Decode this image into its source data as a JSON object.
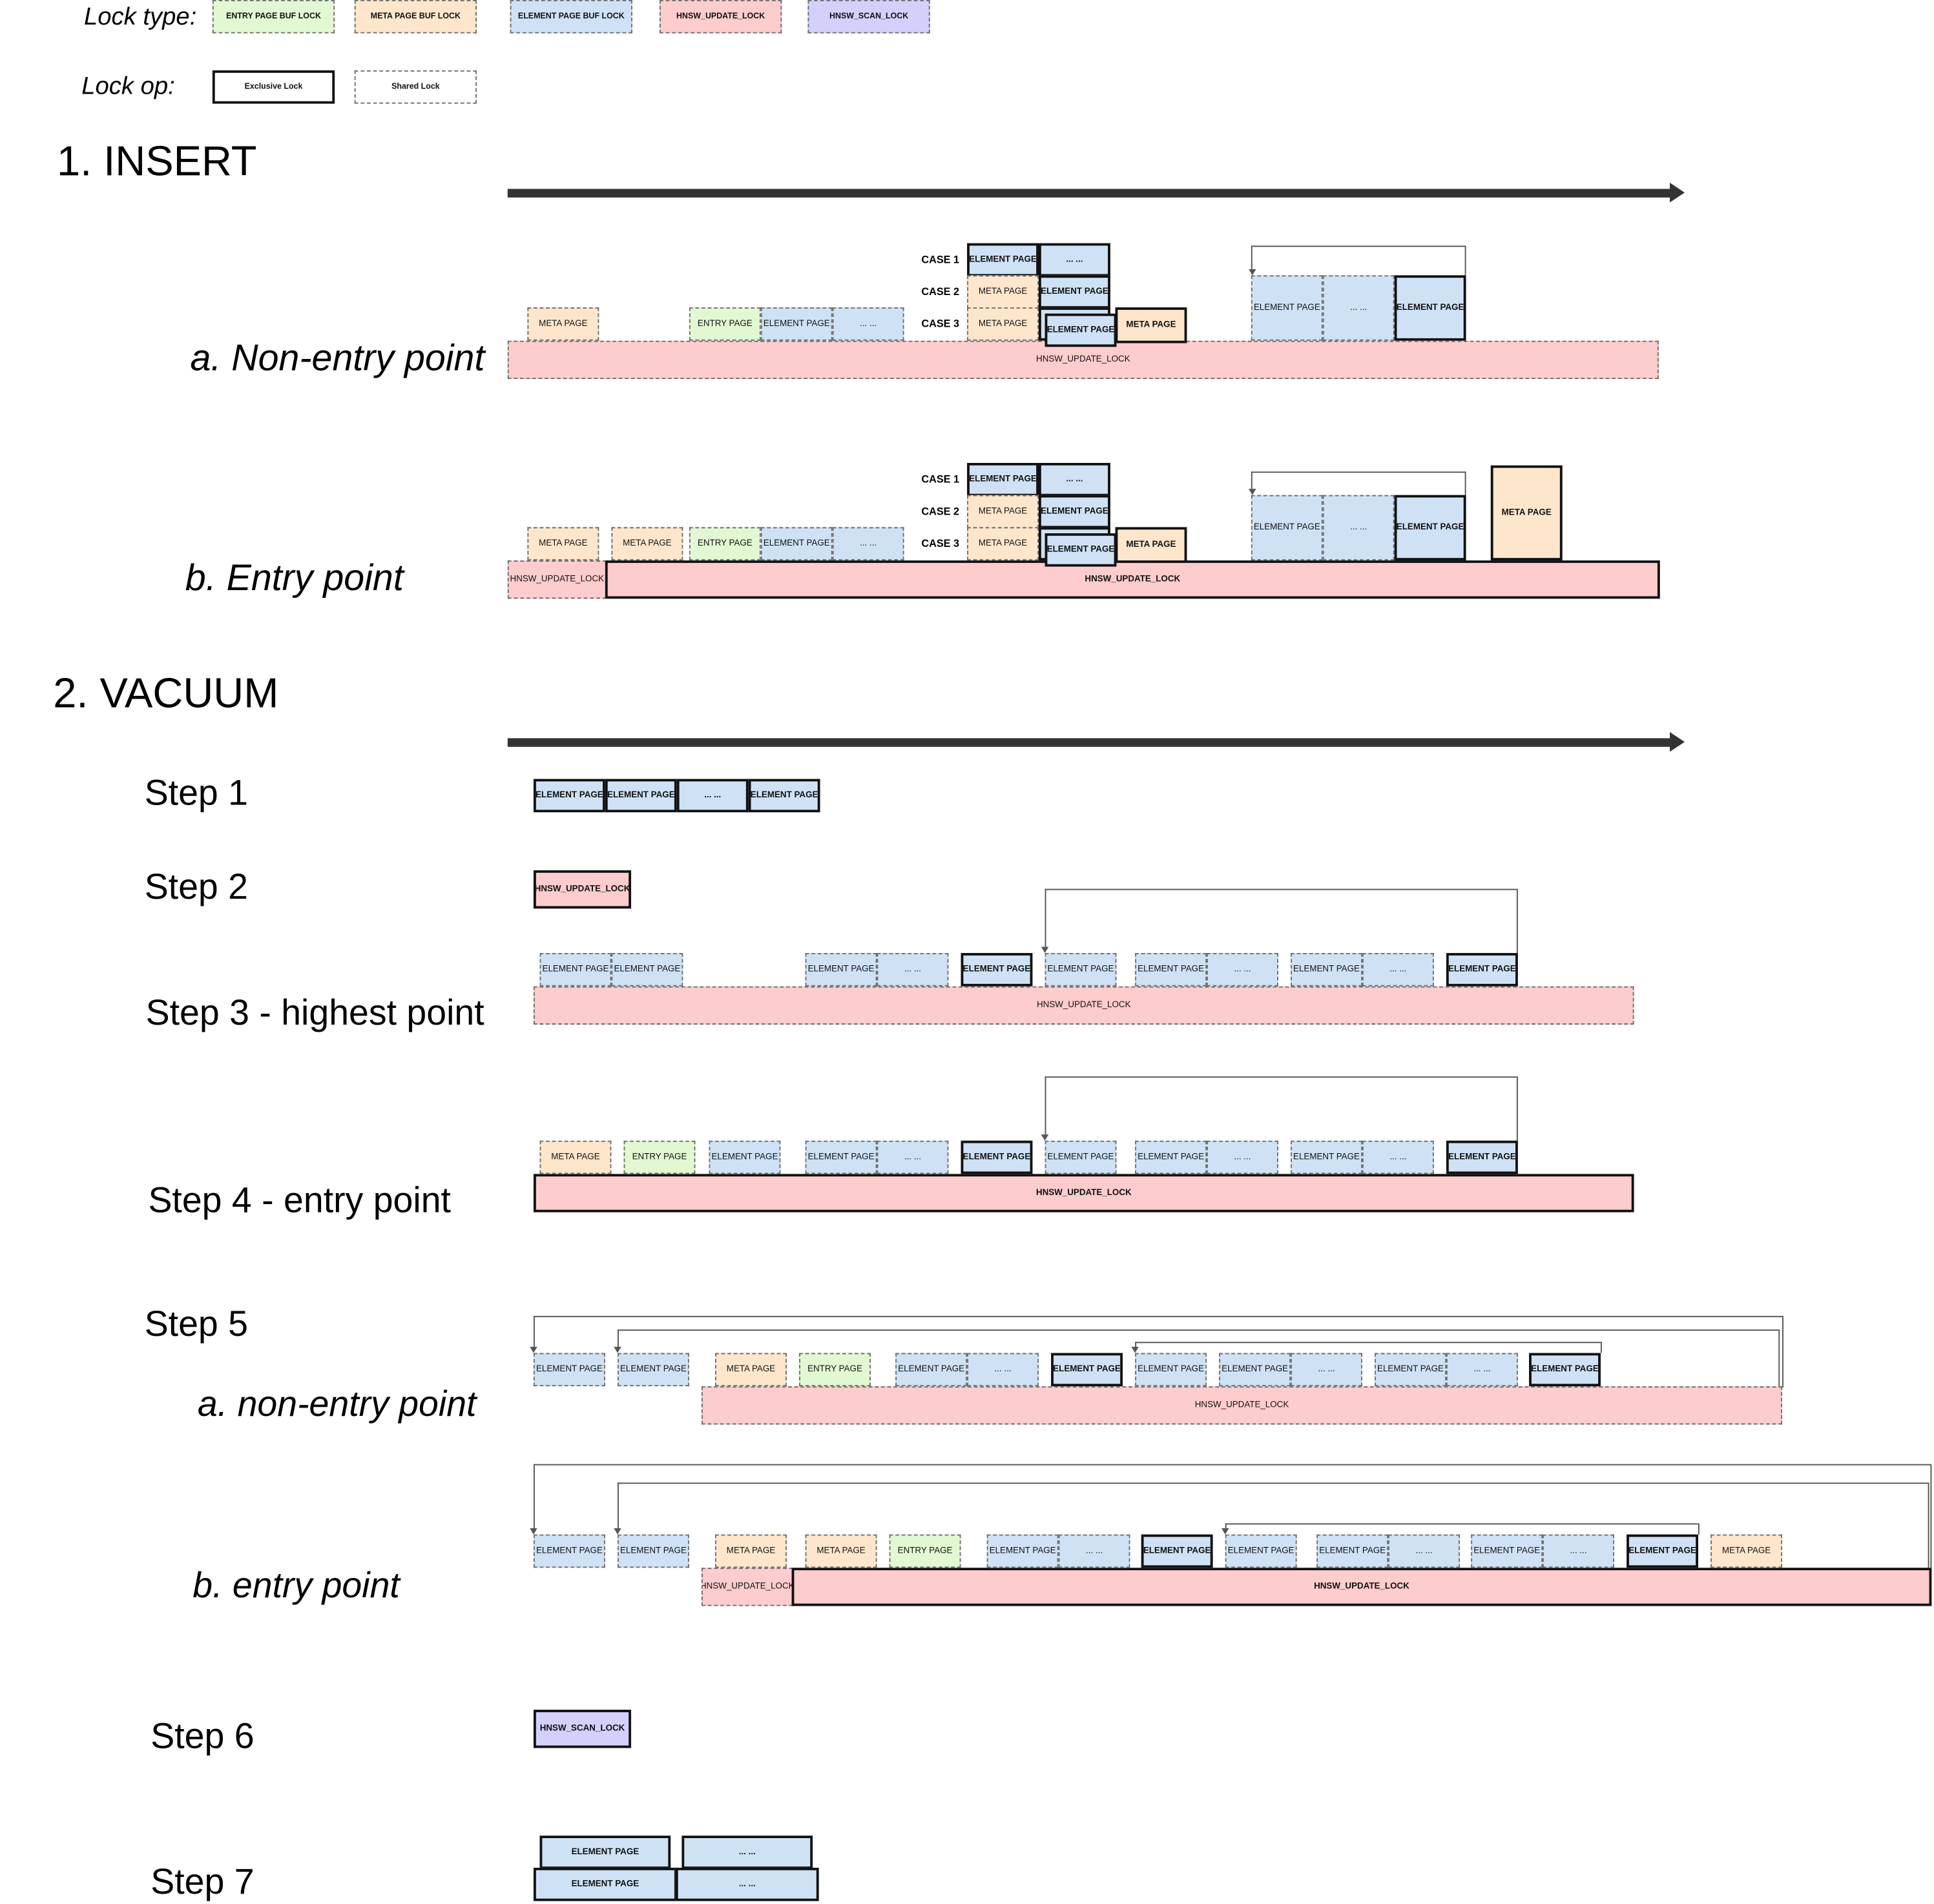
{
  "legend": {
    "lock_type_label": "Lock type:",
    "lock_op_label": "Lock op:",
    "types": [
      "ENTRY PAGE BUF LOCK",
      "META PAGE BUF LOCK",
      "ELEMENT PAGE BUF LOCK",
      "HNSW_UPDATE_LOCK",
      "HNSW_SCAN_LOCK"
    ],
    "ops": [
      "Exclusive Lock",
      "Shared Lock"
    ]
  },
  "labels": {
    "element": "ELEMENT PAGE",
    "meta": "META PAGE",
    "entry": "ENTRY PAGE",
    "update": "HNSW_UPDATE_LOCK",
    "scan": "HNSW_SCAN_LOCK",
    "dots": "... ..."
  },
  "cases": [
    "CASE 1",
    "CASE 2",
    "CASE 3"
  ],
  "insert": {
    "title": "1. INSERT",
    "a": "a. Non-entry point",
    "b": "b. Entry point"
  },
  "vacuum": {
    "title": "2. VACUUM",
    "step1": "Step 1",
    "step2": "Step 2",
    "step3": "Step 3 - highest point",
    "step4": "Step 4 - entry point",
    "step5": "Step 5",
    "step5a": "a. non-entry point",
    "step5b": "b. entry point",
    "step6": "Step 6",
    "step7": "Step 7"
  },
  "colors": {
    "element": "#cfe2f5",
    "meta": "#fde6cc",
    "entry": "#e2f8d3",
    "update": "#fdcccc",
    "scan": "#d3d0fb"
  }
}
